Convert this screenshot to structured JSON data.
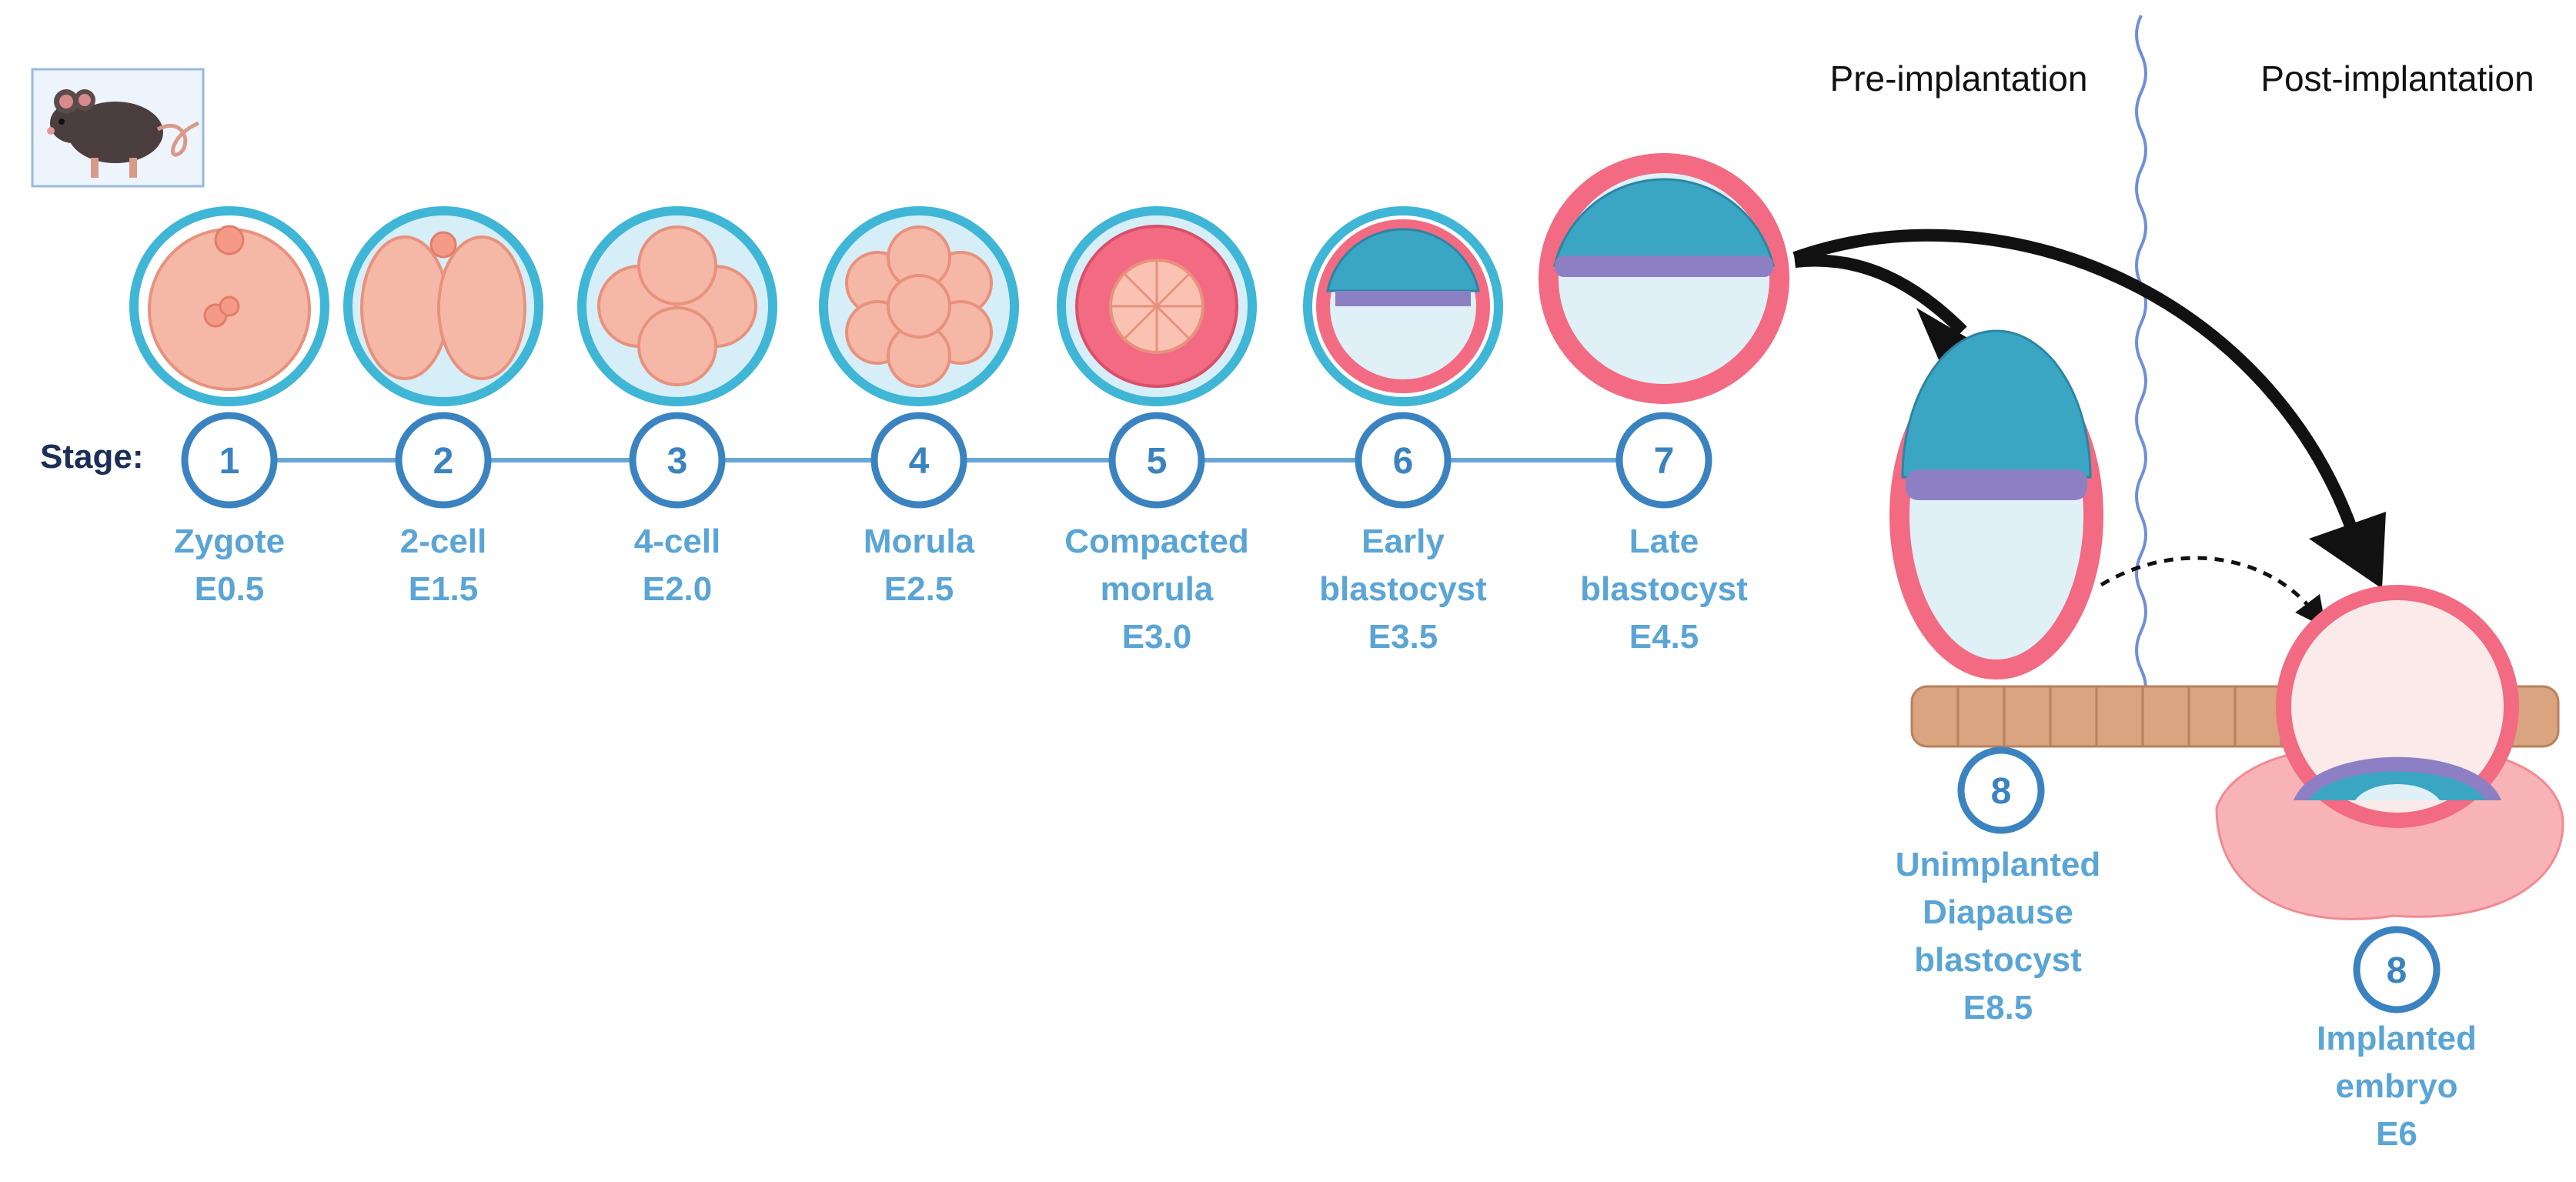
{
  "stage_prefix": "Stage:",
  "phases": {
    "pre": "Pre-implantation",
    "post": "Post-implantation"
  },
  "stages": [
    {
      "num": "1",
      "lines": [
        "Zygote",
        "E0.5"
      ]
    },
    {
      "num": "2",
      "lines": [
        "2-cell",
        "E1.5"
      ]
    },
    {
      "num": "3",
      "lines": [
        "4-cell",
        "E2.0"
      ]
    },
    {
      "num": "4",
      "lines": [
        "Morula",
        "E2.5"
      ]
    },
    {
      "num": "5",
      "lines": [
        "Compacted",
        "morula",
        "E3.0"
      ]
    },
    {
      "num": "6",
      "lines": [
        "Early",
        "blastocyst",
        "E3.5"
      ]
    },
    {
      "num": "7",
      "lines": [
        "Late",
        "blastocyst",
        "E4.5"
      ]
    }
  ],
  "diapause": {
    "num": "8",
    "lines": [
      "Unimplanted",
      "Diapause",
      "blastocyst",
      "E8.5"
    ]
  },
  "implanted": {
    "num": "8",
    "lines": [
      "Implanted",
      "embryo",
      "E6"
    ]
  },
  "colors": {
    "zona": "#3fb6d6",
    "zona_fill": "#d6eef7",
    "cell": "#f6b8a6",
    "cell_stroke": "#e8917d",
    "trophectoderm": "#f26b82",
    "icm": "#3ba6c4",
    "primitive_endoderm": "#8d7fc4",
    "uterus": "#d9a47f",
    "stage_circle": "#3b83c0",
    "label": "#5aa5d6"
  }
}
